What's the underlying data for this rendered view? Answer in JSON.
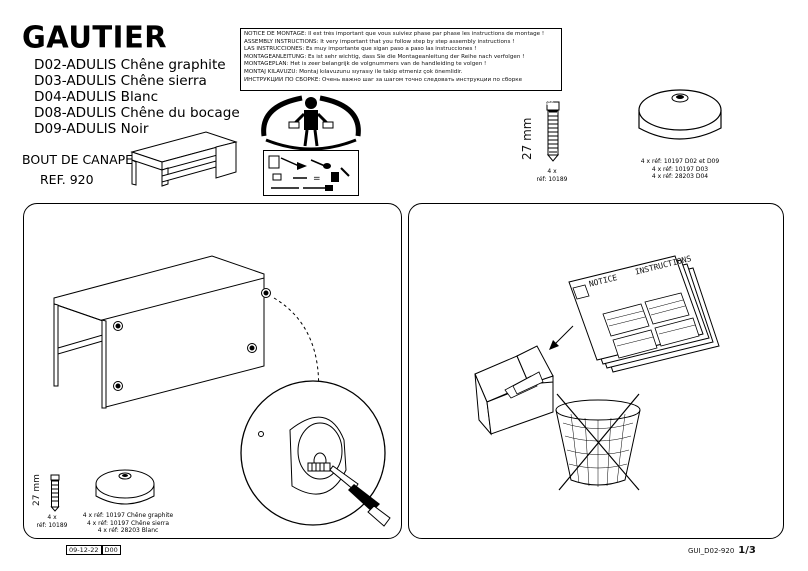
{
  "brand": "GAUTIER",
  "variants": [
    "D02-ADULIS Chêne graphite",
    "D03-ADULIS Chêne sierra",
    "D04-ADULIS Blanc",
    "D08-ADULIS Chêne du bocage",
    "D09-ADULIS Noir"
  ],
  "product": {
    "name": "BOUT DE CANAPE",
    "ref": "REF. 920"
  },
  "notice_lines": [
    "NOTICE DE MONTAGE: Il est très important que vous suiviez phase par phase les instructions de montage !",
    "ASSEMBLY INSTRUCTIONS: It very important that you follow step by step assembly instructions !",
    "LAS INSTRUCCIONES: Es muy importante que sigan paso a paso las instrucciones !",
    "MONTAGEANLEITUNG: Es ist sehr wichtig, dass Sie die Montageanleitung der Reihe nach verfolgen !",
    "MONTAGEPLAN: Het is zeer belangrijk de volgnummers van de handleiding te volgen !",
    "MONTAJ KILAVUZU: Montaj kılavuzunu sıyrasıy ile takip etmeniz çok önemlidir.",
    "ИНСТРУКЦИИ ПО СБОРКЕ: Очень важно шаг за шагом точно следовать инструкции по сборке"
  ],
  "top_parts": {
    "screw_length": "27 mm",
    "screw_qty": "4 x",
    "screw_ref": "réf: 10189",
    "screw_head": "828",
    "foot_lines": [
      "4 x réf: 10197 D02 et D09",
      "4 x réf: 10197 D03",
      "4 x réf: 28203 D04"
    ]
  },
  "left_panel": {
    "screw_length": "27 mm",
    "screw_qty": "4 x",
    "screw_ref": "réf: 10189",
    "foot_lines": [
      "4 x réf: 10197 Chêne graphite",
      "4 x réf: 10197 Chêne sierra",
      "4 x réf: 28203 Blanc"
    ]
  },
  "right_panel": {
    "sheet_left": "NOTICE",
    "sheet_right": "INSTRUCTIONS"
  },
  "footer": {
    "date": "09-12-22",
    "code": "D00",
    "doc_id": "GUI_D02-920",
    "page": "1/3"
  }
}
